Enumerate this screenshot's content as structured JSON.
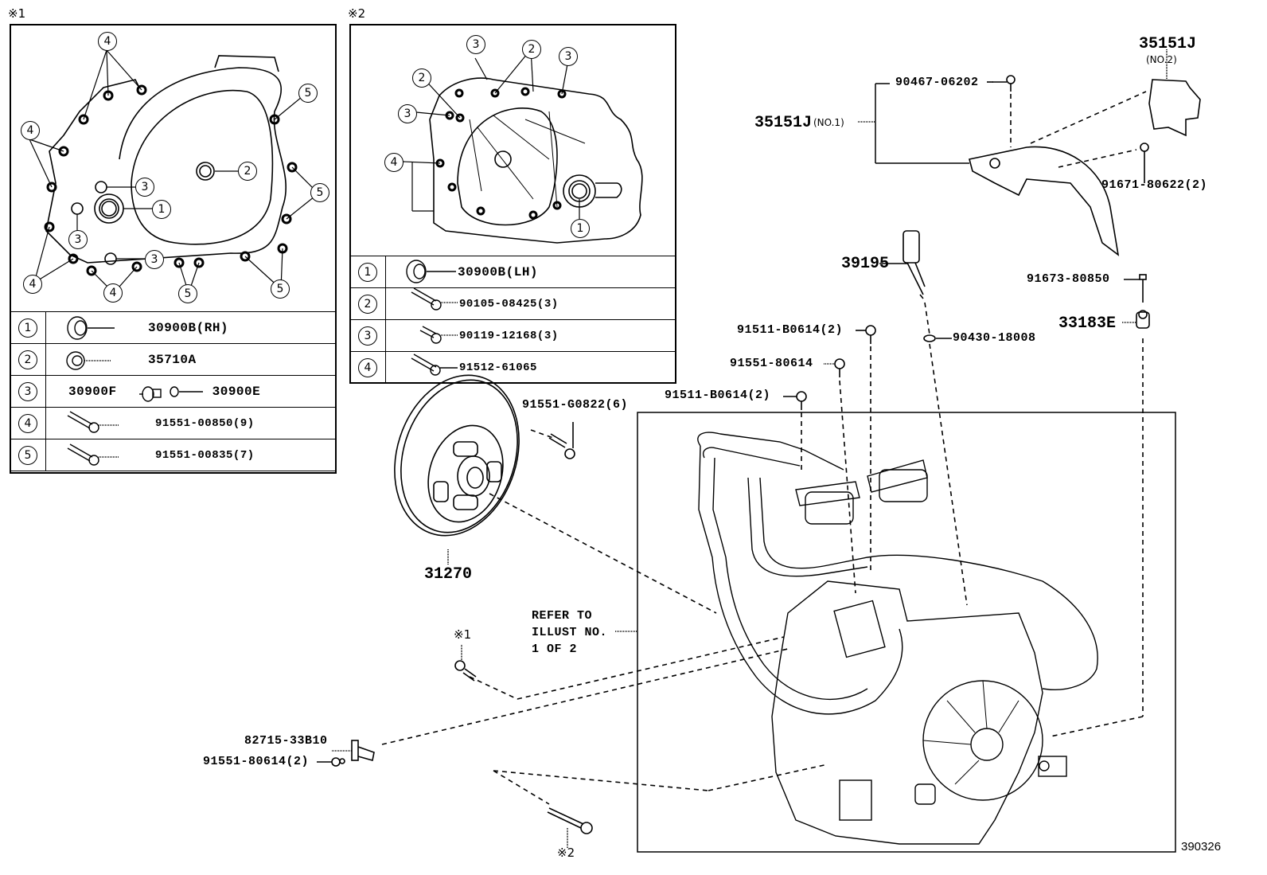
{
  "diagram": {
    "id_number": "390326",
    "panel1": {
      "marker": "※1",
      "callouts": [
        "1",
        "2",
        "3",
        "3",
        "3",
        "4",
        "4",
        "4",
        "4",
        "4",
        "5",
        "5",
        "5",
        "5"
      ],
      "table": [
        {
          "num": "1",
          "part": "30900B(RH)",
          "icon": "oil-seal"
        },
        {
          "num": "2",
          "part": "35710A",
          "icon": "bearing-seal"
        },
        {
          "num": "3",
          "part_left": "30900F",
          "part_right": "30900E",
          "icon": "plug-and-gasket"
        },
        {
          "num": "4",
          "part": "91551-00850(9)",
          "icon": "bolt"
        },
        {
          "num": "5",
          "part": "91551-00835(7)",
          "icon": "bolt"
        }
      ]
    },
    "panel2": {
      "marker": "※2",
      "callouts": [
        "1",
        "2",
        "2",
        "3",
        "3",
        "3",
        "4"
      ],
      "table": [
        {
          "num": "1",
          "part": "30900B(LH)",
          "icon": "oil-seal"
        },
        {
          "num": "2",
          "part": "90105-08425(3)",
          "icon": "bolt"
        },
        {
          "num": "3",
          "part": "90119-12168(3)",
          "icon": "bolt"
        },
        {
          "num": "4",
          "part": "91512-61065",
          "icon": "bolt"
        }
      ]
    },
    "parts": {
      "bracket_no2": {
        "number": "35151J",
        "note": "(NO.2)"
      },
      "bracket_no1": {
        "number": "35151J",
        "note": "(NO.1)"
      },
      "screw": "90467-06202",
      "bolt_bracket": "91671-80622(2)",
      "dipstick": "39195",
      "bolt_mount": "91673-80850",
      "mount": "33183E",
      "washer": "90430-18008",
      "bolt_a": "91511-B0614(2)",
      "bolt_b": "91551-80614",
      "bolt_c": "91511-B0614(2)",
      "clutch_bolt": "91551-G0822(6)",
      "clutch_disc": "31270",
      "refer_note": [
        "REFER TO",
        "ILLUST NO.",
        "1 OF 2"
      ],
      "marker1": "※1",
      "marker2": "※2",
      "clip": "82715-33B10",
      "bolt_clip": "91551-80614(2)"
    }
  }
}
